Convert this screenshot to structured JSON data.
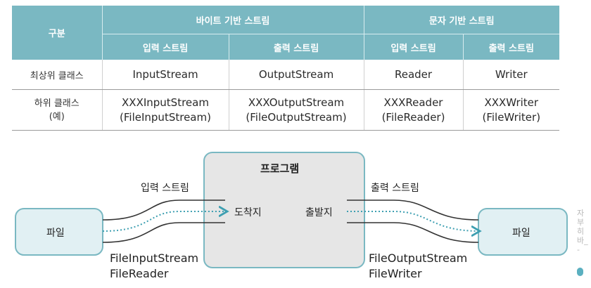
{
  "table": {
    "header": {
      "category": "구분",
      "byte_group": "바이트 기반 스트림",
      "char_group": "문자 기반 스트림",
      "byte_input": "입력 스트림",
      "byte_output": "출력 스트림",
      "char_input": "입력 스트림",
      "char_output": "출력 스트림"
    },
    "rows": [
      {
        "label": "최상위 클래스",
        "cells": [
          "InputStream",
          "OutputStream",
          "Reader",
          "Writer"
        ]
      },
      {
        "label_line1": "하위 클래스",
        "label_line2": "(예)",
        "cells_line1": [
          "XXXInputStream",
          "XXXOutputStream",
          "XXXReader",
          "XXXWriter"
        ],
        "cells_line2": [
          "(FileInputStream)",
          "(FileOutputStream)",
          "(FileReader)",
          "(FileWriter)"
        ]
      }
    ]
  },
  "diagram": {
    "program_title": "프로그램",
    "arrival": "도착지",
    "departure": "출발지",
    "input_stream_label": "입력 스트림",
    "output_stream_label": "출력 스트림",
    "left_file": "파일",
    "right_file": "파일",
    "left_classes": [
      "FileInputStream",
      "FileReader"
    ],
    "right_classes": [
      "FileOutputStream",
      "FileWriter"
    ],
    "colors": {
      "box_border": "#7ab8c2",
      "file_fill": "#e1f0f3",
      "program_fill": "#e6e6e6",
      "dotted_arrow": "#3d9fb1"
    }
  },
  "edge_fragment": [
    "자",
    "부히",
    "바_",
    "-"
  ]
}
